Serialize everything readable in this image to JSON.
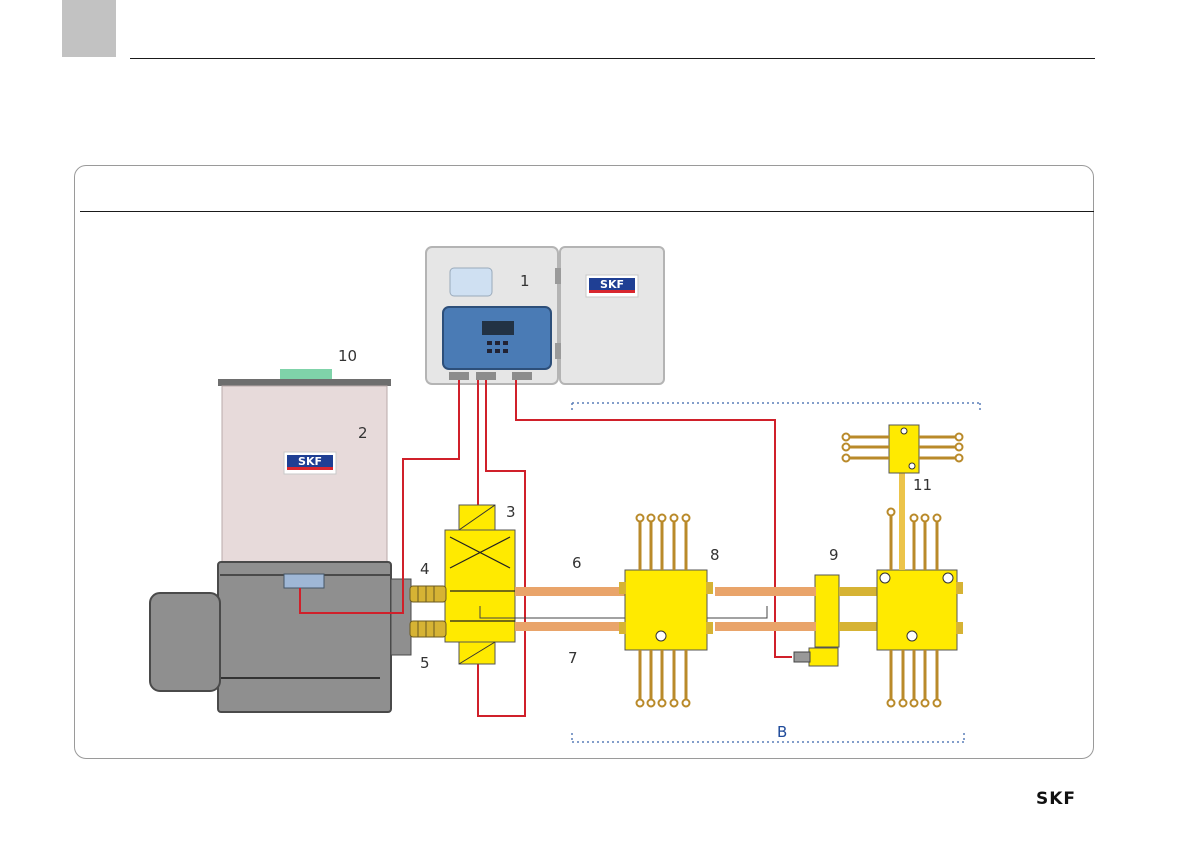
{
  "brand": {
    "logo_text": "SKF",
    "color_blue": "#1f3f94",
    "color_red": "#d8262e"
  },
  "colors": {
    "line_red": "#d0202a",
    "block_yellow": "#ffea00",
    "pipe_orange": "#e9a46a",
    "dotted_blue": "#5a7fb8"
  },
  "callouts": {
    "c1": "1",
    "c2": "2",
    "c3": "3",
    "c4": "4",
    "c5": "5",
    "c6": "6",
    "c7": "7",
    "c8": "8",
    "c9": "9",
    "c10": "10",
    "c11": "11",
    "cB": "B"
  },
  "components": {
    "control_unit": {
      "badge": "SKF"
    },
    "pump_reservoir": {
      "badge": "SKF"
    }
  }
}
